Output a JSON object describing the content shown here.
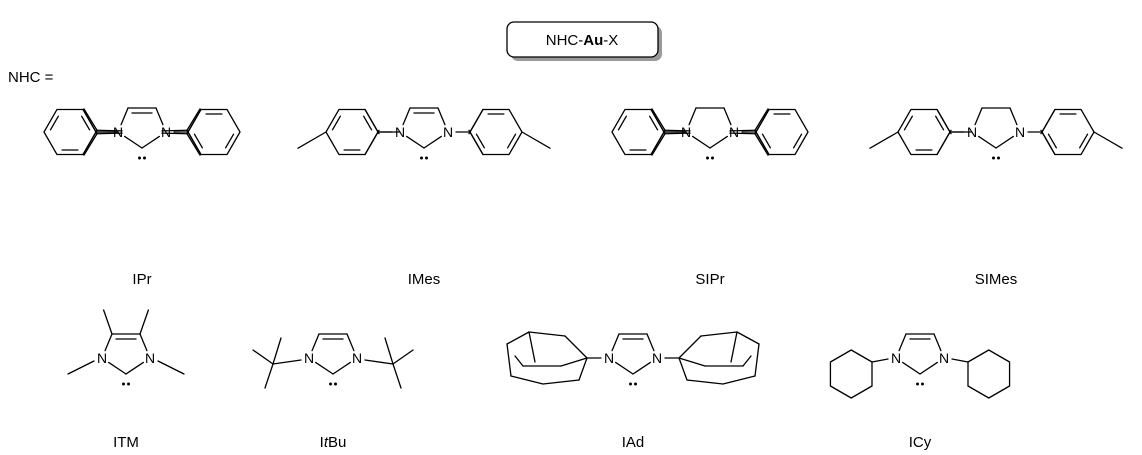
{
  "formula": {
    "prefix": "NHC-",
    "metal": "Au",
    "suffix": "-X"
  },
  "nhc_prefix": "NHC =",
  "atoms": {
    "nitrogen": "N"
  },
  "compounds": [
    {
      "id": "ipr",
      "label": "IPr"
    },
    {
      "id": "imes",
      "label": "IMes"
    },
    {
      "id": "sipr",
      "label": "SIPr"
    },
    {
      "id": "simes",
      "label": "SIMes"
    },
    {
      "id": "itm",
      "label": "ITM"
    },
    {
      "id": "itbu",
      "label_parts": {
        "a": "I",
        "b": "t",
        "c": "Bu"
      }
    },
    {
      "id": "iad",
      "label": "IAd"
    },
    {
      "id": "icy",
      "label": "ICy"
    }
  ]
}
